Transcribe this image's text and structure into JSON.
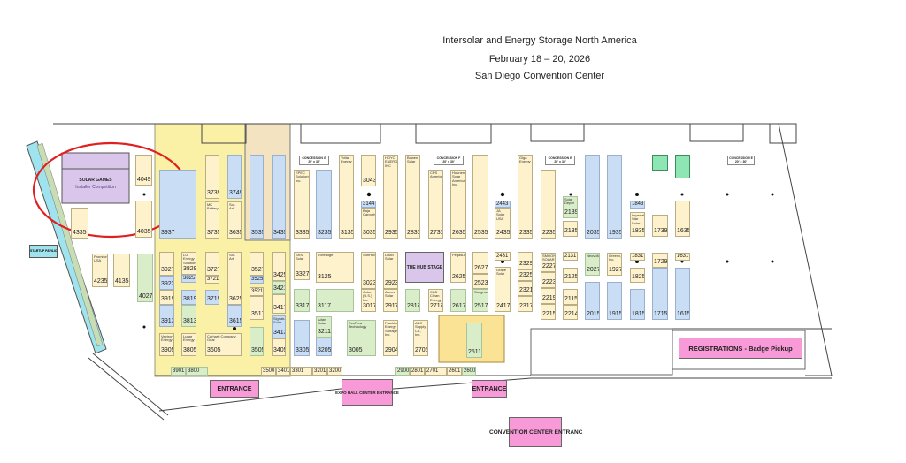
{
  "header": {
    "title": "Intersolar and Energy Storage North America",
    "dates": "February 18 – 20, 2026",
    "venue": "San Diego Convention Center"
  },
  "colors": {
    "highlight_ring": "#e02020",
    "pavilion": "#fbf1a6",
    "entrance": "#f99ad8",
    "stage": "#d9c6ea"
  },
  "features": {
    "solar_games_title": "SOLAR GAMES",
    "solar_games_subtitle": "Installer Competition",
    "hub_stage": "THE HUB STAGE",
    "startup_pavilion": "STARTUP PAVILION",
    "registrations": "REGISTRATIONS - Badge Pickup",
    "entrance_left": "ENTRANCE",
    "entrance_center": "EXPO HALL CENTER ENTRANCE",
    "entrance_right": "ENTRANCE",
    "convention_entrance": "CONVENTION CENTER ENTRANC"
  },
  "concessions": [
    {
      "name": "CONCESSION G",
      "size": "20' x 30'"
    },
    {
      "name": "CONCESSION F",
      "size": "20' x 30'"
    },
    {
      "name": "CONCESSION E",
      "size": "20' x 30'"
    },
    {
      "name": "CONCESSION E",
      "size": "20' x 30'"
    }
  ],
  "booths": [
    {
      "id": "4049",
      "name": "",
      "type": "yellow"
    },
    {
      "id": "4035",
      "name": "",
      "type": "yellow"
    },
    {
      "id": "4335",
      "name": "",
      "type": "yellow"
    },
    {
      "id": "3937",
      "name": "",
      "type": "blue"
    },
    {
      "id": "3735",
      "name": "MK Battery",
      "type": "yellow"
    },
    {
      "id": "3739",
      "name": "",
      "type": "yellow"
    },
    {
      "id": "3635",
      "name": "Sol-Ark",
      "type": "yellow"
    },
    {
      "id": "3749",
      "name": "",
      "type": "blue"
    },
    {
      "id": "3535",
      "name": "",
      "type": "blue"
    },
    {
      "id": "3435",
      "name": "",
      "type": "blue"
    },
    {
      "id": "3335",
      "name": "EPEC Solutions Inc.",
      "type": "yellow"
    },
    {
      "id": "3235",
      "name": "",
      "type": "blue"
    },
    {
      "id": "3135",
      "name": "Yotta Energy",
      "type": "yellow"
    },
    {
      "id": "3043",
      "name": "",
      "type": "yellow"
    },
    {
      "id": "3144",
      "name": "",
      "type": "blue"
    },
    {
      "id": "3035",
      "name": "Baja Carports",
      "type": "yellow"
    },
    {
      "id": "2935",
      "name": "HOYO ENERGY INC",
      "type": "yellow"
    },
    {
      "id": "2835",
      "name": "Bowen Solar",
      "type": "yellow"
    },
    {
      "id": "2735",
      "name": "CPS America",
      "type": "yellow"
    },
    {
      "id": "2635",
      "name": "Hounen Solar America Inc.",
      "type": "yellow"
    },
    {
      "id": "2535",
      "name": "",
      "type": "yellow"
    },
    {
      "id": "2443",
      "name": "",
      "type": "blue"
    },
    {
      "id": "2435",
      "name": "JA Solar USA",
      "type": "yellow"
    },
    {
      "id": "2335",
      "name": "Giga Energy",
      "type": "yellow"
    },
    {
      "id": "2235",
      "name": "",
      "type": "yellow"
    },
    {
      "id": "2139",
      "name": "Solar Depot",
      "type": "green"
    },
    {
      "id": "2135",
      "name": "",
      "type": "yellow"
    },
    {
      "id": "2035",
      "name": "",
      "type": "blue"
    },
    {
      "id": "1935",
      "name": "",
      "type": "blue"
    },
    {
      "id": "1843",
      "name": "",
      "type": "blue"
    },
    {
      "id": "1835",
      "name": "Imperial Star Solar",
      "type": "yellow"
    },
    {
      "id": "1739",
      "name": "",
      "type": "yellow"
    },
    {
      "id": "1635",
      "name": "",
      "type": "yellow"
    },
    {
      "id": "4235",
      "name": "Promise USA",
      "type": "yellow"
    },
    {
      "id": "4135",
      "name": "",
      "type": "yellow"
    },
    {
      "id": "4027",
      "name": "",
      "type": "green"
    },
    {
      "id": "3927",
      "name": "",
      "type": "yellow"
    },
    {
      "id": "3923",
      "name": "",
      "type": "blue"
    },
    {
      "id": "3919",
      "name": "",
      "type": "yellow"
    },
    {
      "id": "3913",
      "name": "",
      "type": "blue"
    },
    {
      "id": "3905",
      "name": "Vectron Energy",
      "type": "yellow"
    },
    {
      "id": "3829",
      "name": "LG Energy Solution",
      "type": "yellow"
    },
    {
      "id": "3825",
      "name": "",
      "type": "blue"
    },
    {
      "id": "3819",
      "name": "",
      "type": "blue"
    },
    {
      "id": "3813",
      "name": "",
      "type": "green"
    },
    {
      "id": "3805",
      "name": "Lunar Energy",
      "type": "yellow"
    },
    {
      "id": "3727",
      "name": "",
      "type": "yellow"
    },
    {
      "id": "3721",
      "name": "",
      "type": "yellow"
    },
    {
      "id": "3719",
      "name": "",
      "type": "blue"
    },
    {
      "id": "3605",
      "name": "Carhartt Company Gear",
      "type": "yellow"
    },
    {
      "id": "3625",
      "name": "Sol-Ark",
      "type": "yellow"
    },
    {
      "id": "3615",
      "name": "",
      "type": "blue"
    },
    {
      "id": "3527",
      "name": "",
      "type": "yellow"
    },
    {
      "id": "3525",
      "name": "",
      "type": "blue"
    },
    {
      "id": "3521",
      "name": "",
      "type": "yellow"
    },
    {
      "id": "3517",
      "name": "",
      "type": "yellow"
    },
    {
      "id": "3505",
      "name": "",
      "type": "green"
    },
    {
      "id": "3425",
      "name": "",
      "type": "yellow"
    },
    {
      "id": "3421",
      "name": "",
      "type": "green"
    },
    {
      "id": "3417",
      "name": "",
      "type": "yellow"
    },
    {
      "id": "3413",
      "name": "Signature Solar",
      "type": "blue"
    },
    {
      "id": "3405",
      "name": "",
      "type": "yellow"
    },
    {
      "id": "3327",
      "name": "SRS Solar",
      "type": "yellow"
    },
    {
      "id": "3125",
      "name": "IronRidge",
      "type": "yellow"
    },
    {
      "id": "3023",
      "name": "SunHub",
      "type": "yellow"
    },
    {
      "id": "3017",
      "name": "Jinko (U.S.) Inc.",
      "type": "yellow"
    },
    {
      "id": "2923",
      "name": "Lucid Solar",
      "type": "yellow"
    },
    {
      "id": "2917",
      "name": "Aurora Solar",
      "type": "yellow"
    },
    {
      "id": "2817",
      "name": "",
      "type": "green"
    },
    {
      "id": "2717",
      "name": "C&D Clean Energy",
      "type": "yellow"
    },
    {
      "id": "2625",
      "name": "Pegasus",
      "type": "yellow"
    },
    {
      "id": "2617",
      "name": "",
      "type": "green"
    },
    {
      "id": "2627",
      "name": "",
      "type": "yellow"
    },
    {
      "id": "2523",
      "name": "",
      "type": "yellow"
    },
    {
      "id": "2517",
      "name": "Sungrow",
      "type": "green"
    },
    {
      "id": "2431",
      "name": "",
      "type": "yellow"
    },
    {
      "id": "2417",
      "name": "Grape Solar",
      "type": "yellow"
    },
    {
      "id": "2329",
      "name": "",
      "type": "yellow"
    },
    {
      "id": "2325",
      "name": "",
      "type": "yellow"
    },
    {
      "id": "2321",
      "name": "",
      "type": "yellow"
    },
    {
      "id": "2317",
      "name": "",
      "type": "yellow"
    },
    {
      "id": "2227",
      "name": "SMOON SOLAR",
      "type": "yellow"
    },
    {
      "id": "2223",
      "name": "",
      "type": "yellow"
    },
    {
      "id": "2219",
      "name": "",
      "type": "yellow"
    },
    {
      "id": "2215",
      "name": "",
      "type": "yellow"
    },
    {
      "id": "2131",
      "name": "",
      "type": "yellow"
    },
    {
      "id": "2125",
      "name": "",
      "type": "yellow"
    },
    {
      "id": "2115",
      "name": "",
      "type": "yellow"
    },
    {
      "id": "2214",
      "name": "",
      "type": "yellow"
    },
    {
      "id": "2027",
      "name": "Neovolta",
      "type": "green"
    },
    {
      "id": "2015",
      "name": "",
      "type": "blue"
    },
    {
      "id": "1927",
      "name": "Greenx, Inc.",
      "type": "yellow"
    },
    {
      "id": "1915",
      "name": "",
      "type": "blue"
    },
    {
      "id": "1831",
      "name": "",
      "type": "yellow"
    },
    {
      "id": "1825",
      "name": "",
      "type": "yellow"
    },
    {
      "id": "1815",
      "name": "",
      "type": "blue"
    },
    {
      "id": "1729",
      "name": "",
      "type": "yellow"
    },
    {
      "id": "1715",
      "name": "",
      "type": "blue"
    },
    {
      "id": "1631",
      "name": "",
      "type": "yellow"
    },
    {
      "id": "1615",
      "name": "",
      "type": "blue"
    },
    {
      "id": "3317",
      "name": "",
      "type": "green"
    },
    {
      "id": "3117",
      "name": "",
      "type": "green"
    },
    {
      "id": "3305",
      "name": "",
      "type": "blue"
    },
    {
      "id": "3211",
      "name": "Adani Solar",
      "type": "green"
    },
    {
      "id": "3205",
      "name": "",
      "type": "blue"
    },
    {
      "id": "3005",
      "name": "EcoFlow Technology",
      "type": "green"
    },
    {
      "id": "2904",
      "name": "FranklinWH Energy Storage Inc.",
      "type": "yellow"
    },
    {
      "id": "2705",
      "name": "ABC Supply Co., Inc.",
      "type": "yellow"
    },
    {
      "id": "2511",
      "name": "",
      "type": "green"
    },
    {
      "id": "3901",
      "name": "",
      "type": "green"
    },
    {
      "id": "3800",
      "name": "",
      "type": "green"
    },
    {
      "id": "3500",
      "name": "",
      "type": "yellow"
    },
    {
      "id": "3401",
      "name": "",
      "type": "yellow"
    },
    {
      "id": "3301",
      "name": "",
      "type": "yellow"
    },
    {
      "id": "3201",
      "name": "",
      "type": "yellow"
    },
    {
      "id": "3200",
      "name": "",
      "type": "yellow"
    },
    {
      "id": "2900",
      "name": "",
      "type": "green"
    },
    {
      "id": "2801",
      "name": "",
      "type": "yellow"
    },
    {
      "id": "2701",
      "name": "",
      "type": "yellow"
    },
    {
      "id": "2601",
      "name": "",
      "type": "yellow"
    },
    {
      "id": "2600",
      "name": "",
      "type": "green"
    },
    {
      "id": "",
      "name": "",
      "type": "mint"
    },
    {
      "id": "",
      "name": "",
      "type": "mint"
    }
  ]
}
